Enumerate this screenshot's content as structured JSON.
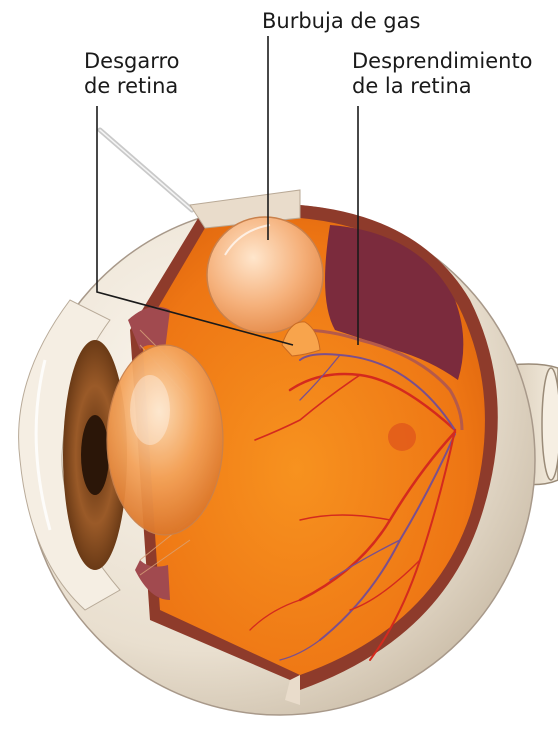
{
  "labels": {
    "gas_bubble": "Burbuja de gas",
    "retinal_tear": [
      "Desgarro",
      "de retina"
    ],
    "retinal_detachment": [
      "Desprendimiento",
      "de la retina"
    ]
  },
  "colors": {
    "sclera": "#efe6d8",
    "vitreous": "#f07a1a",
    "detached_pocket": "#7b2b3d",
    "vessels": "#d42a1e",
    "iris": "#8a4d20",
    "lens": "#f2a25a"
  }
}
